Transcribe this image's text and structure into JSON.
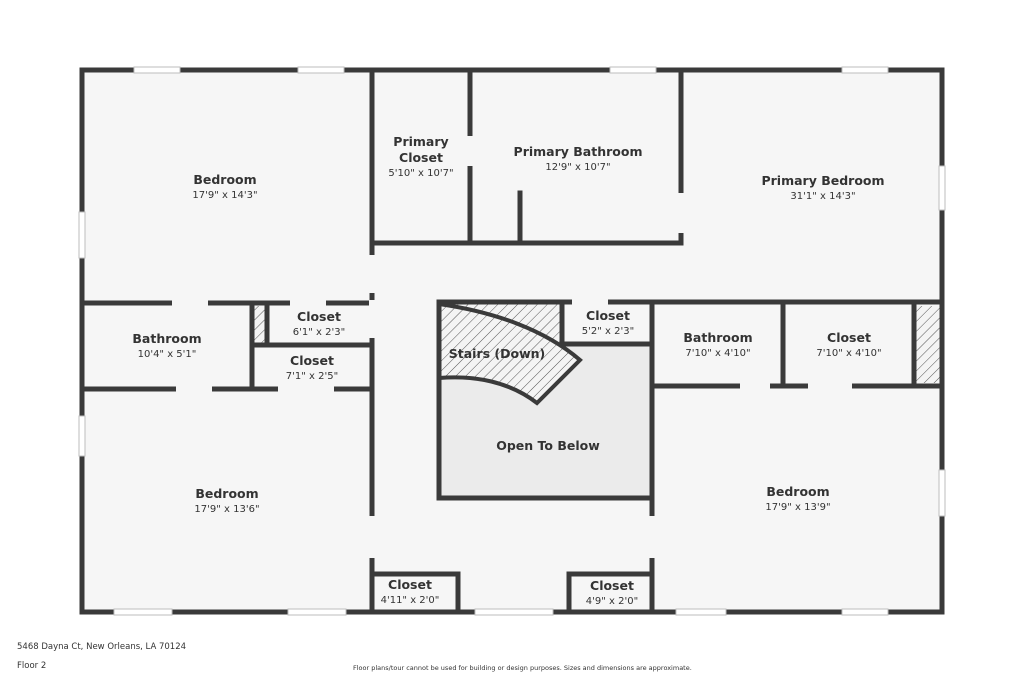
{
  "rooms": {
    "bedroom_nw": {
      "name": "Bedroom",
      "dim": "17'9\" x 14'3\""
    },
    "primary_closet": {
      "name_line1": "Primary",
      "name_line2": "Closet",
      "dim": "5'10\" x 10'7\""
    },
    "primary_bathroom": {
      "name": "Primary Bathroom",
      "dim": "12'9\" x 10'7\""
    },
    "primary_bedroom": {
      "name": "Primary Bedroom",
      "dim": "31'1\" x 14'3\""
    },
    "bathroom_w": {
      "name": "Bathroom",
      "dim": "10'4\" x 5'1\""
    },
    "closet_w1": {
      "name": "Closet",
      "dim": "6'1\" x 2'3\""
    },
    "closet_w2": {
      "name": "Closet",
      "dim": "7'1\" x 2'5\""
    },
    "stairs": {
      "name": "Stairs (Down)"
    },
    "closet_c": {
      "name": "Closet",
      "dim": "5'2\" x 2'3\""
    },
    "bathroom_e": {
      "name": "Bathroom",
      "dim": "7'10\" x 4'10\""
    },
    "closet_e": {
      "name": "Closet",
      "dim": "7'10\" x 4'10\""
    },
    "open_below": {
      "name": "Open To Below"
    },
    "bedroom_sw": {
      "name": "Bedroom",
      "dim": "17'9\" x 13'6\""
    },
    "bedroom_se": {
      "name": "Bedroom",
      "dim": "17'9\" x 13'9\""
    },
    "closet_s1": {
      "name": "Closet",
      "dim": "4'11\" x 2'0\""
    },
    "closet_s2": {
      "name": "Closet",
      "dim": "4'9\" x 2'0\""
    }
  },
  "footer": {
    "address": "5468 Dayna Ct, New Orleans, LA 70124",
    "floor": "Floor 2",
    "disclaimer": "Floor plans/tour cannot be used for building or design purposes. Sizes and dimensions are approximate."
  },
  "colors": {
    "wall": "#3a3a3a",
    "floor": "#f6f6f6",
    "open": "#ececec",
    "window": "#dddddd"
  }
}
